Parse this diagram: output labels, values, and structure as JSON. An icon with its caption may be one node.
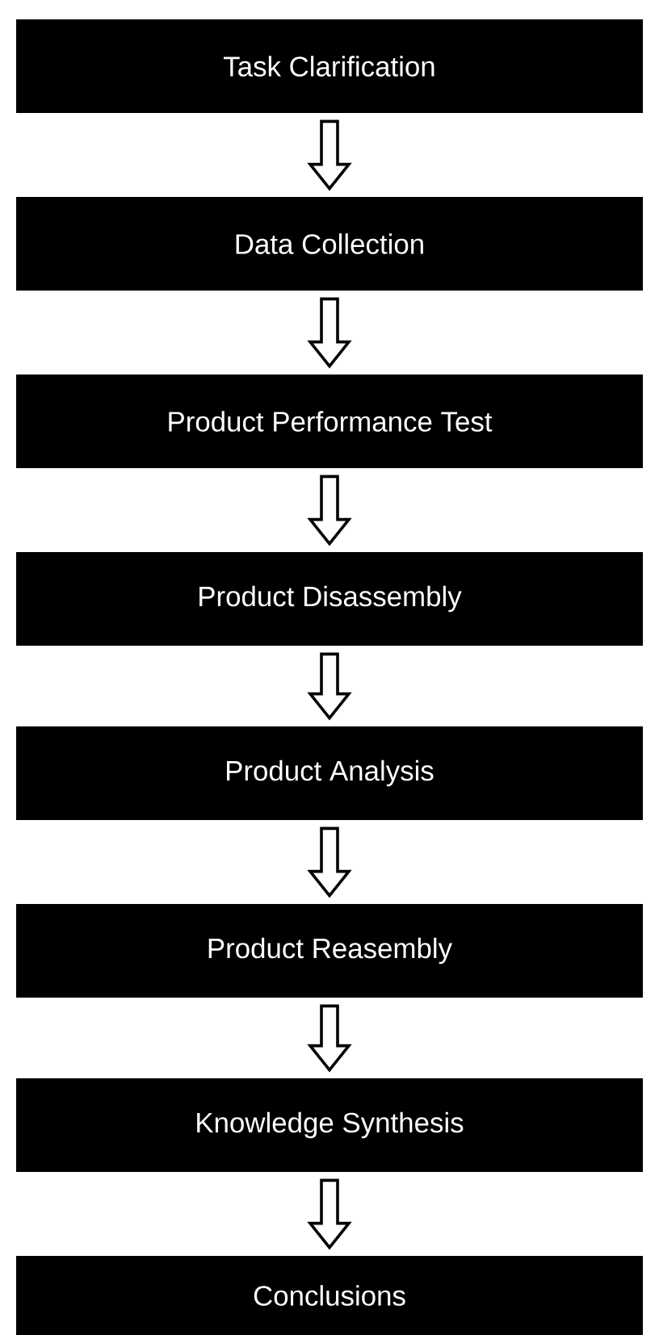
{
  "diagram": {
    "nodes": [
      {
        "text": [
          "Task Clarification"
        ]
      },
      {
        "text": [
          "Data Collection"
        ]
      },
      {
        "text": [
          "Product Performance Test"
        ]
      },
      {
        "text": [
          "Product Disassembly"
        ]
      },
      {
        "text": [
          "Product Analysis"
        ]
      },
      {
        "text": [
          "Product Reasembly"
        ]
      },
      {
        "text": [
          "Knowledge Synthesis"
        ]
      },
      {
        "text": [
          "Conclusions"
        ]
      }
    ],
    "edges": [
      {
        "from": 0,
        "to": 1,
        "arrow": "to"
      },
      {
        "from": 1,
        "to": 2,
        "arrow": "to"
      },
      {
        "from": 2,
        "to": 3,
        "arrow": "to"
      },
      {
        "from": 3,
        "to": 4,
        "arrow": "to"
      },
      {
        "from": 4,
        "to": 5,
        "arrow": "to"
      },
      {
        "from": 5,
        "to": 6,
        "arrow": "to"
      },
      {
        "from": 6,
        "to": 7,
        "arrow": "to"
      }
    ]
  }
}
